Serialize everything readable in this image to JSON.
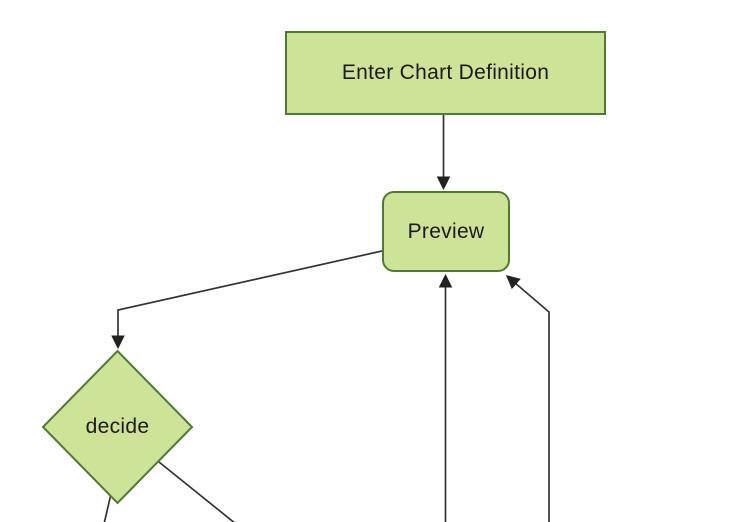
{
  "diagram": {
    "type": "flowchart",
    "direction": "top-down",
    "nodes": [
      {
        "id": "enter-chart-definition",
        "label": "Enter Chart Definition",
        "shape": "rectangle"
      },
      {
        "id": "preview",
        "label": "Preview",
        "shape": "rounded-rectangle"
      },
      {
        "id": "decide",
        "label": "decide",
        "shape": "diamond"
      }
    ],
    "edges": [
      {
        "from": "enter-chart-definition",
        "to": "preview",
        "style": "arrow"
      },
      {
        "from": "preview",
        "to": "decide",
        "style": "arrow"
      },
      {
        "from": "offscreen-bottom-left-branch",
        "to": "preview",
        "style": "arrow"
      },
      {
        "from": "offscreen-bottom-right-branch",
        "to": "preview",
        "style": "arrow"
      },
      {
        "from": "decide",
        "to": "offscreen-bottom-left",
        "style": "line"
      },
      {
        "from": "decide",
        "to": "offscreen-bottom-right",
        "style": "line"
      }
    ],
    "colors": {
      "node_fill": "#cde498",
      "node_border": "#4f7a33",
      "edge": "#333333",
      "arrowhead": "#222222",
      "text": "#1a1a1a",
      "background": "#ffffff"
    }
  }
}
